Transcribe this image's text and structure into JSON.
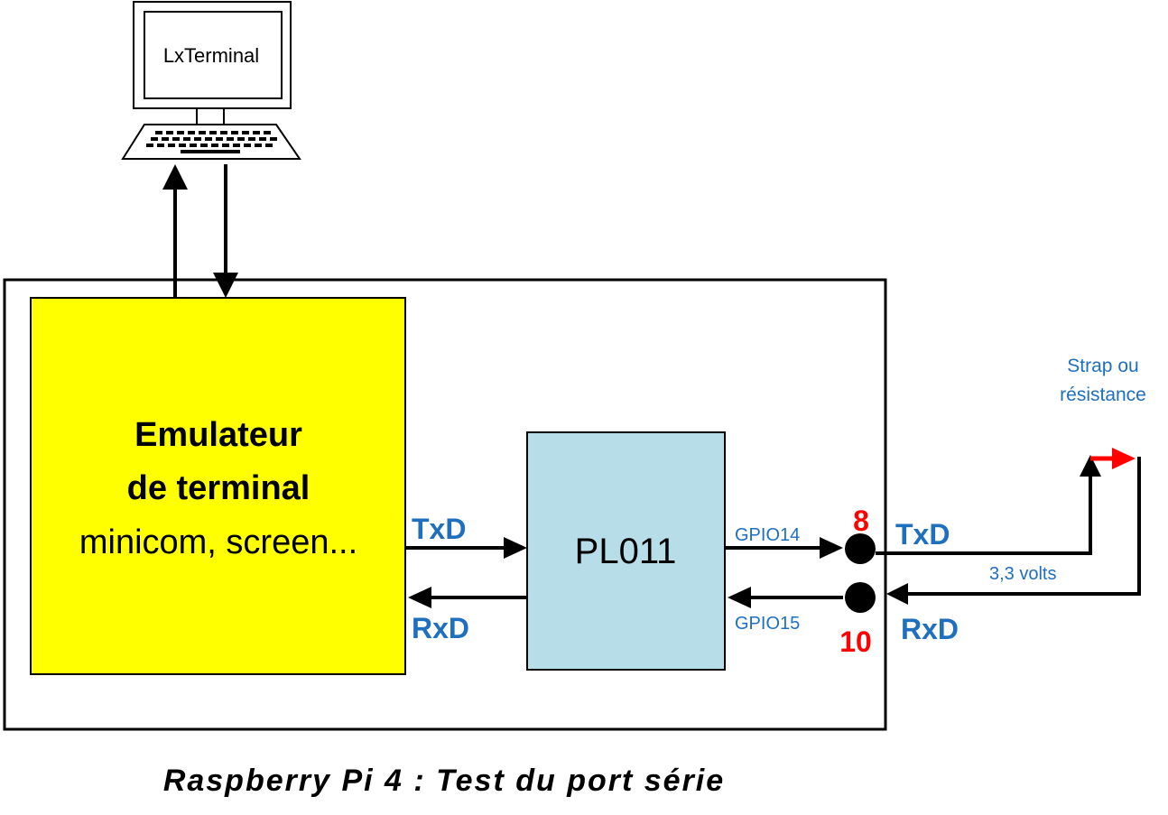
{
  "computer": {
    "screen_label": "LxTerminal"
  },
  "emulator": {
    "line1": "Emulateur",
    "line2": "de terminal",
    "line3": "minicom, screen..."
  },
  "uart": {
    "label": "PL011"
  },
  "signals": {
    "txd_left": "TxD",
    "rxd_left": "RxD",
    "gpio14": "GPIO14",
    "gpio15": "GPIO15",
    "pin8": "8",
    "pin10": "10",
    "txd_right": "TxD",
    "rxd_right": "RxD"
  },
  "strap": {
    "line1": "Strap ou",
    "line2": "résistance",
    "voltage": "3,3 volts"
  },
  "caption": "Raspberry Pi 4 : Test du port série",
  "colors": {
    "emulator_fill": "#ffff00",
    "uart_fill": "#b7dde8",
    "signal_blue": "#1f6fbf",
    "pin_red": "#ff0000",
    "strap_arrow_red": "#ff0000",
    "outline": "#000000"
  }
}
